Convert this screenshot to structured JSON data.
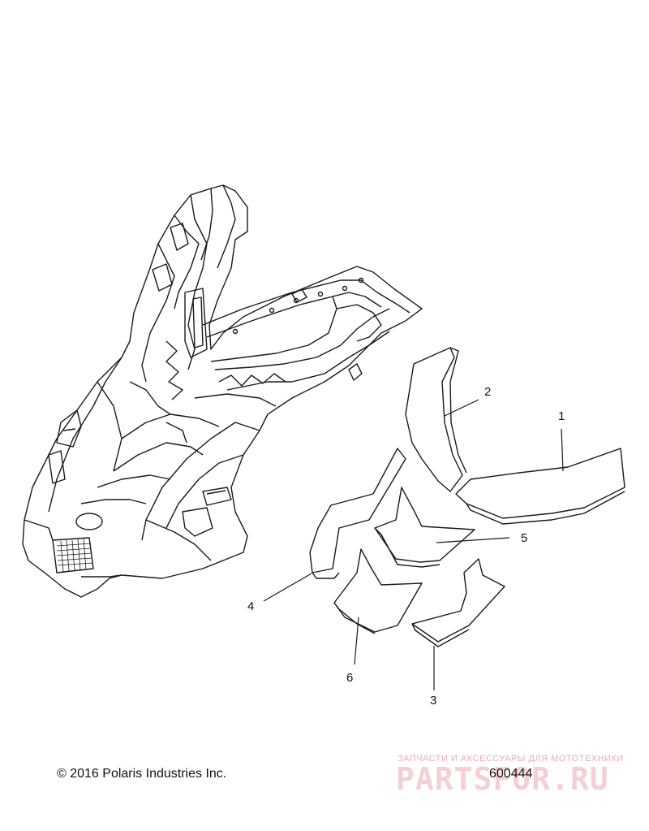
{
  "callouts": {
    "c1": "1",
    "c2": "2",
    "c3": "3",
    "c4": "4",
    "c5": "5",
    "c6": "6"
  },
  "footer": {
    "copyright": "© 2016 Polaris Industries Inc.",
    "drawing_number": "600444"
  },
  "watermark": {
    "tagline": "ЗАПЧАСТИ И АКСЕССУАРЫ ДЛЯ МОТОТЕХНИКИ",
    "brand": "PARTSFOR.RU"
  },
  "colors": {
    "line": "#1a1a1a",
    "watermark": "#e07a86"
  }
}
